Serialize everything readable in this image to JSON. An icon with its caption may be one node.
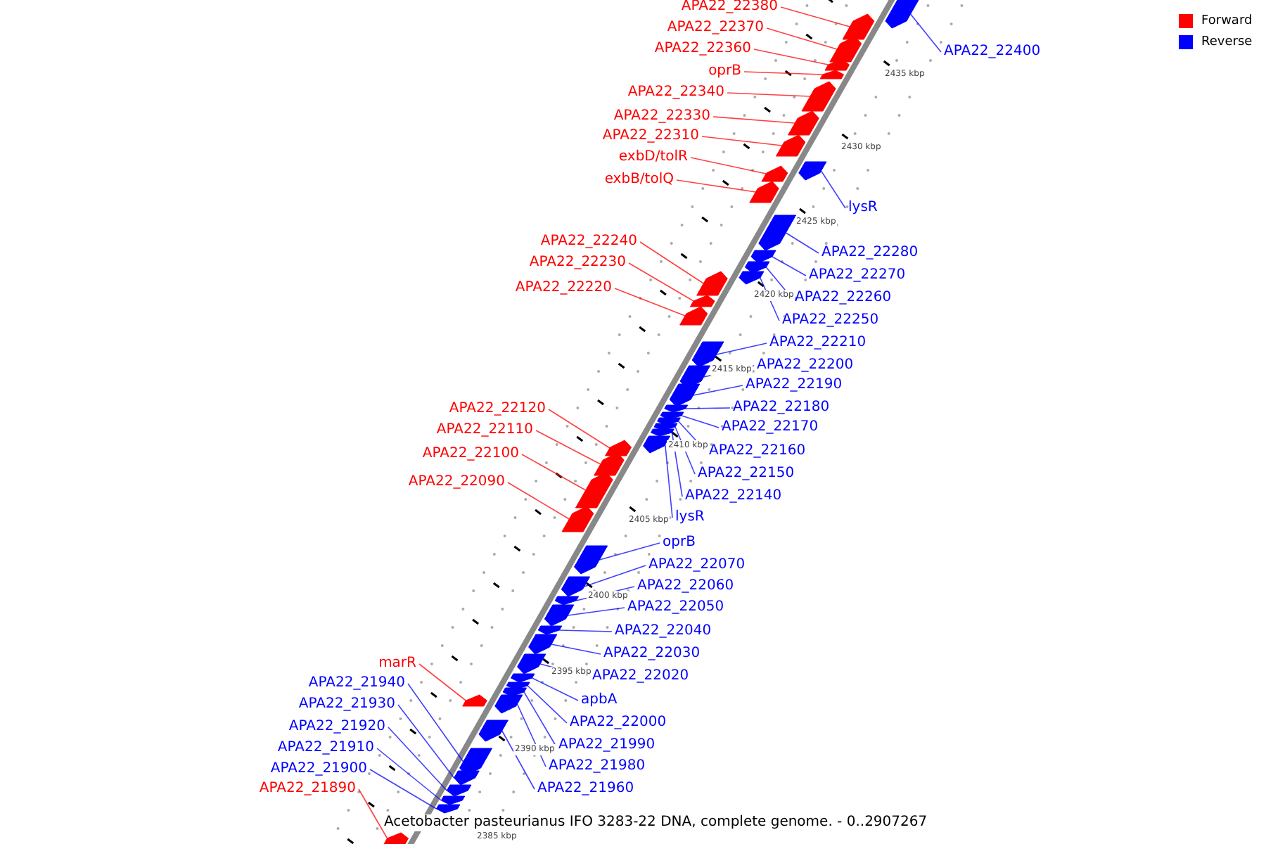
{
  "diagram": {
    "caption": "Acetobacter pasteurianus IFO 3283-22 DNA, complete genome. - 0..2907267",
    "nodes": [
      {
        "text": [
          "APA22_22380"
        ]
      },
      {
        "text": [
          "APA22_22370"
        ]
      },
      {
        "text": [
          "APA22_22360"
        ]
      },
      {
        "text": [
          "APA22_22400"
        ]
      },
      {
        "text": [
          "oprB"
        ]
      },
      {
        "text": [
          "APA22_22340"
        ]
      },
      {
        "text": [
          "APA22_22330"
        ]
      },
      {
        "text": [
          "APA22_22310"
        ]
      },
      {
        "text": [
          "exbD/tolR"
        ]
      },
      {
        "text": [
          "exbB/tolQ"
        ]
      },
      {
        "text": [
          "lysR"
        ]
      },
      {
        "text": [
          "APA22_22240"
        ]
      },
      {
        "text": [
          "APA22_22280"
        ]
      },
      {
        "text": [
          "APA22_22230"
        ]
      },
      {
        "text": [
          "APA22_22270"
        ]
      },
      {
        "text": [
          "APA22_22220"
        ]
      },
      {
        "text": [
          "APA22_22260"
        ]
      },
      {
        "text": [
          "APA22_22250"
        ]
      },
      {
        "text": [
          "APA22_22210"
        ]
      },
      {
        "text": [
          "APA22_22200"
        ]
      },
      {
        "text": [
          "APA22_22190"
        ]
      },
      {
        "text": [
          "APA22_22180"
        ]
      },
      {
        "text": [
          "APA22_22120"
        ]
      },
      {
        "text": [
          "APA22_22170"
        ]
      },
      {
        "text": [
          "APA22_22110"
        ]
      },
      {
        "text": [
          "APA22_22160"
        ]
      },
      {
        "text": [
          "APA22_22100"
        ]
      },
      {
        "text": [
          "APA22_22150"
        ]
      },
      {
        "text": [
          "APA22_22090"
        ]
      },
      {
        "text": [
          "APA22_22140"
        ]
      },
      {
        "text": [
          "lysR"
        ]
      },
      {
        "text": [
          "oprB"
        ]
      },
      {
        "text": [
          "APA22_22070"
        ]
      },
      {
        "text": [
          "APA22_22060"
        ]
      },
      {
        "text": [
          "APA22_22050"
        ]
      },
      {
        "text": [
          "APA22_22040"
        ]
      },
      {
        "text": [
          "APA22_22030"
        ]
      },
      {
        "text": [
          "marR"
        ]
      },
      {
        "text": [
          "APA22_22020"
        ]
      },
      {
        "text": [
          "APA22_21940"
        ]
      },
      {
        "text": [
          "apbA"
        ]
      },
      {
        "text": [
          "APA22_21930"
        ]
      },
      {
        "text": [
          "APA22_22000"
        ]
      },
      {
        "text": [
          "APA22_21920"
        ]
      },
      {
        "text": [
          "APA22_21990"
        ]
      },
      {
        "text": [
          "APA22_21910"
        ]
      },
      {
        "text": [
          "APA22_21980"
        ]
      },
      {
        "text": [
          "APA22_21900"
        ]
      },
      {
        "text": [
          "APA22_21960"
        ]
      },
      {
        "text": [
          "APA22_21890"
        ]
      },
      {
        "text": [],
        "shape": "bar"
      },
      {
        "text": [],
        "shape": "bar"
      },
      {
        "text": [],
        "shape": "bar"
      },
      {
        "text": [],
        "shape": "bar"
      },
      {
        "text": [],
        "shape": "bar"
      },
      {
        "text": [],
        "shape": "bar"
      },
      {
        "text": [],
        "shape": "bar"
      },
      {
        "text": [],
        "shape": "bar"
      },
      {
        "text": [],
        "shape": "bar"
      },
      {
        "text": [],
        "shape": "bar"
      },
      {
        "text": [],
        "shape": "bar"
      },
      {
        "text": [],
        "shape": "bar"
      },
      {
        "text": [],
        "shape": "bar"
      },
      {
        "text": [],
        "shape": "bar"
      },
      {
        "text": [],
        "shape": "bar"
      },
      {
        "text": [],
        "shape": "bar"
      },
      {
        "text": [],
        "shape": "bar"
      },
      {
        "text": [],
        "shape": "bar"
      },
      {
        "text": [],
        "shape": "bar"
      },
      {
        "text": [],
        "shape": "bar"
      },
      {
        "text": [],
        "shape": "bar"
      },
      {
        "text": [],
        "shape": "bar"
      },
      {
        "text": [],
        "shape": "bar"
      },
      {
        "text": [],
        "shape": "bar"
      },
      {
        "text": [],
        "shape": "bar"
      },
      {
        "text": [],
        "shape": "bar"
      },
      {
        "text": [],
        "shape": "bar"
      },
      {
        "text": [],
        "shape": "bar"
      },
      {
        "text": [],
        "shape": "bar"
      },
      {
        "text": [],
        "shape": "bar"
      },
      {
        "text": [],
        "shape": "bar"
      },
      {
        "text": [],
        "shape": "bar"
      },
      {
        "text": [],
        "shape": "bar"
      },
      {
        "text": [],
        "shape": "bar"
      },
      {
        "text": [],
        "shape": "bar"
      },
      {
        "text": [],
        "shape": "bar"
      },
      {
        "text": [],
        "shape": "bar"
      },
      {
        "text": [],
        "shape": "bar"
      },
      {
        "text": [],
        "shape": "bar"
      },
      {
        "text": [],
        "shape": "bar"
      },
      {
        "text": [],
        "shape": "bar"
      },
      {
        "text": [],
        "shape": "bar"
      },
      {
        "text": [],
        "shape": "bar"
      },
      {
        "text": [],
        "shape": "bar"
      },
      {
        "text": [],
        "shape": "bar"
      },
      {
        "text": [],
        "shape": "bar"
      },
      {
        "text": [],
        "shape": "bar"
      },
      {
        "text": [],
        "shape": "bar"
      },
      {
        "text": [],
        "shape": "bar"
      },
      {
        "text": [],
        "shape": "bar"
      }
    ],
    "edges": [
      {
        "from": 0,
        "to": 50,
        "arrow": "none",
        "color": "#ff0000"
      },
      {
        "from": 1,
        "to": 51,
        "arrow": "none",
        "color": "#ff0000"
      },
      {
        "from": 2,
        "to": 52,
        "arrow": "none",
        "color": "#ff0000"
      },
      {
        "from": 3,
        "to": 53,
        "arrow": "none"
      },
      {
        "from": 4,
        "to": 54,
        "arrow": "none",
        "color": "#ff0000"
      },
      {
        "from": 5,
        "to": 55,
        "arrow": "none",
        "color": "#ff0000"
      },
      {
        "from": 6,
        "to": 56,
        "arrow": "none",
        "color": "#ff0000"
      },
      {
        "from": 7,
        "to": 57,
        "arrow": "none",
        "color": "#ff0000"
      },
      {
        "from": 8,
        "to": 58,
        "arrow": "none",
        "color": "#ff0000"
      },
      {
        "from": 9,
        "to": 59,
        "arrow": "none",
        "color": "#ff0000"
      },
      {
        "from": 10,
        "to": 60,
        "arrow": "none"
      },
      {
        "from": 11,
        "to": 61,
        "arrow": "none",
        "color": "#ff0000"
      },
      {
        "from": 12,
        "to": 62,
        "arrow": "none"
      },
      {
        "from": 13,
        "to": 63,
        "arrow": "none",
        "color": "#ff0000"
      },
      {
        "from": 14,
        "to": 64,
        "arrow": "none"
      },
      {
        "from": 15,
        "to": 65,
        "arrow": "none",
        "color": "#ff0000"
      },
      {
        "from": 16,
        "to": 66,
        "arrow": "none"
      },
      {
        "from": 17,
        "to": 67,
        "arrow": "none"
      },
      {
        "from": 18,
        "to": 68,
        "arrow": "none"
      },
      {
        "from": 19,
        "to": 69,
        "arrow": "none"
      },
      {
        "from": 20,
        "to": 70,
        "arrow": "none"
      },
      {
        "from": 21,
        "to": 71,
        "arrow": "none"
      },
      {
        "from": 22,
        "to": 72,
        "arrow": "none",
        "color": "#ff0000"
      },
      {
        "from": 23,
        "to": 73,
        "arrow": "none"
      },
      {
        "from": 24,
        "to": 74,
        "arrow": "none",
        "color": "#ff0000"
      },
      {
        "from": 25,
        "to": 75,
        "arrow": "none"
      },
      {
        "from": 26,
        "to": 76,
        "arrow": "none",
        "color": "#ff0000"
      },
      {
        "from": 27,
        "to": 77,
        "arrow": "none"
      },
      {
        "from": 28,
        "to": 78,
        "arrow": "none",
        "color": "#ff0000"
      },
      {
        "from": 29,
        "to": 79,
        "arrow": "none"
      },
      {
        "from": 30,
        "to": 80,
        "arrow": "none"
      },
      {
        "from": 31,
        "to": 81,
        "arrow": "none"
      },
      {
        "from": 32,
        "to": 82,
        "arrow": "none"
      },
      {
        "from": 33,
        "to": 83,
        "arrow": "none"
      },
      {
        "from": 34,
        "to": 84,
        "arrow": "none"
      },
      {
        "from": 35,
        "to": 85,
        "arrow": "none"
      },
      {
        "from": 36,
        "to": 86,
        "arrow": "none"
      },
      {
        "from": 37,
        "to": 87,
        "arrow": "none",
        "color": "#ff0000"
      },
      {
        "from": 38,
        "to": 88,
        "arrow": "none"
      },
      {
        "from": 39,
        "to": 89,
        "arrow": "none"
      },
      {
        "from": 40,
        "to": 90,
        "arrow": "none"
      },
      {
        "from": 41,
        "to": 91,
        "arrow": "none"
      },
      {
        "from": 42,
        "to": 92,
        "arrow": "none"
      },
      {
        "from": 43,
        "to": 93,
        "arrow": "none"
      },
      {
        "from": 44,
        "to": 94,
        "arrow": "none"
      },
      {
        "from": 45,
        "to": 95,
        "arrow": "none"
      },
      {
        "from": 46,
        "to": 96,
        "arrow": "none"
      },
      {
        "from": 47,
        "to": 97,
        "arrow": "none"
      },
      {
        "from": 48,
        "to": 98,
        "arrow": "none"
      },
      {
        "from": 49,
        "to": 99,
        "arrow": "none",
        "color": "#ff0000"
      }
    ],
    "labels": [
      "2435 kbp",
      "2430 kbp",
      "2425 kbp",
      "2420 kbp",
      "2415 kbp",
      "2410 kbp",
      "2405 kbp",
      "2400 kbp",
      "2395 kbp",
      "2390 kbp",
      "2385 kbp"
    ],
    "legend": [
      {
        "text": "Forward",
        "color": "#ff0000"
      },
      {
        "text": "Reverse",
        "color": "#0000ff"
      }
    ]
  }
}
